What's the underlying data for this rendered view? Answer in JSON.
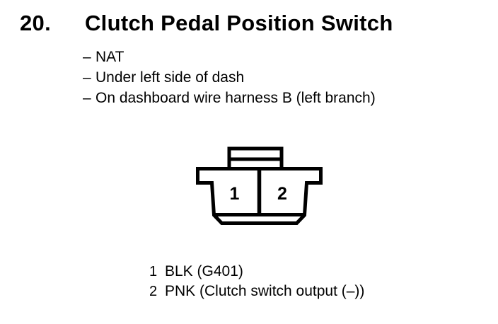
{
  "colors": {
    "ink": "#000000",
    "paper": "#ffffff"
  },
  "header": {
    "item_number": "20.",
    "title": "Clutch Pedal Position Switch"
  },
  "details": {
    "marker": "–",
    "items": [
      {
        "text": "NAT"
      },
      {
        "text": "Under left side of dash"
      },
      {
        "text": "On dashboard wire harness B (left branch)"
      }
    ]
  },
  "connector": {
    "pins": [
      {
        "number": "1"
      },
      {
        "number": "2"
      }
    ]
  },
  "legend": {
    "rows": [
      {
        "pin": "1",
        "text": "BLK (G401)"
      },
      {
        "pin": "2",
        "text": "PNK (Clutch switch output (–))"
      }
    ]
  }
}
